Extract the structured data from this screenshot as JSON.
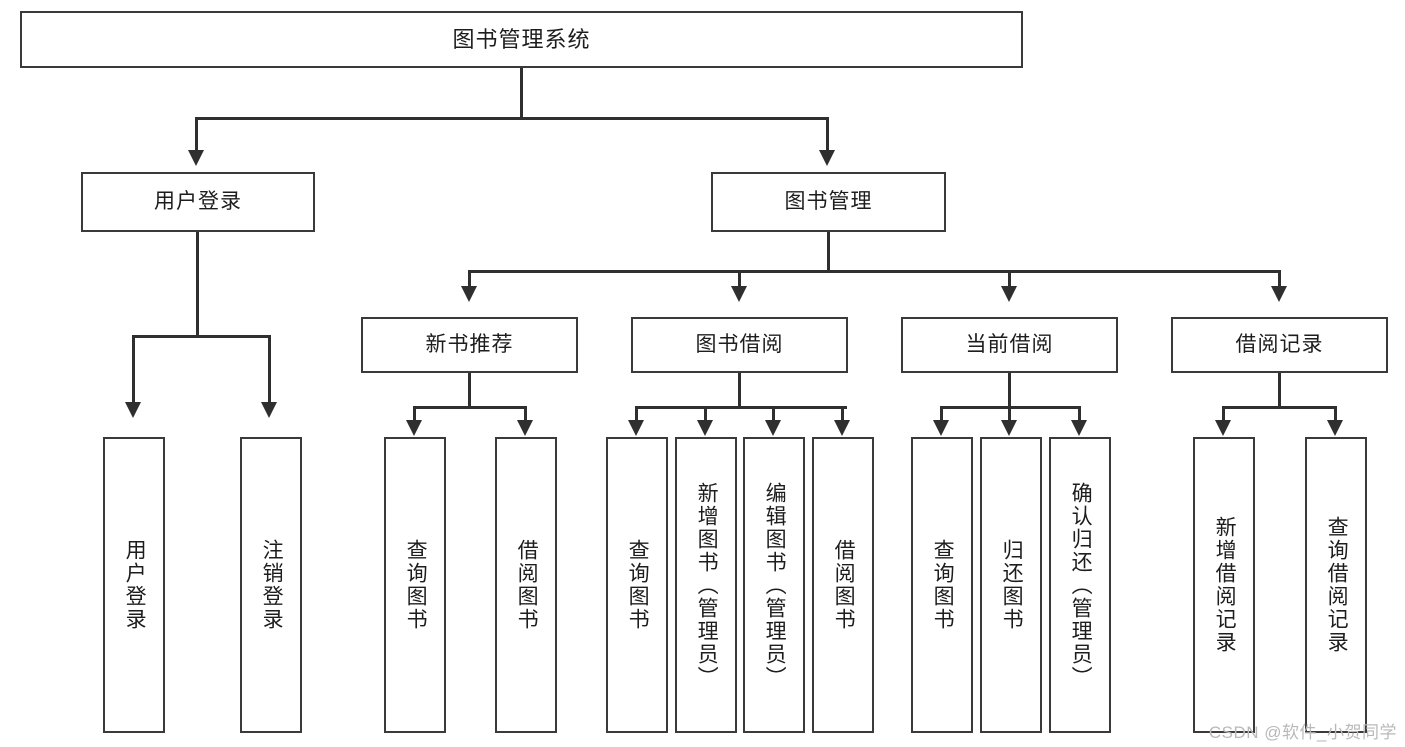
{
  "diagram": {
    "title": "图书管理系统",
    "type": "tree-hierarchy-chart",
    "watermark": "CSDN @软件_小贺同学",
    "colors": {
      "box_border": "#3a3a3a",
      "connector": "#2f2f2f",
      "background": "#ffffff",
      "text": "#1d1d1d",
      "watermark": "#b9b9b9"
    }
  },
  "nodes": {
    "root": {
      "label": "图书管理系统"
    },
    "level1": [
      {
        "label": "用户登录"
      },
      {
        "label": "图书管理"
      }
    ],
    "level2": [
      {
        "label": "新书推荐"
      },
      {
        "label": "图书借阅"
      },
      {
        "label": "当前借阅"
      },
      {
        "label": "借阅记录"
      }
    ],
    "leaves": {
      "user_login": [
        {
          "label": "用户登录"
        },
        {
          "label": "注销登录"
        }
      ],
      "new_book_recommend": [
        {
          "label": "查询图书"
        },
        {
          "label": "借阅图书"
        }
      ],
      "book_borrow": [
        {
          "label": "查询图书"
        },
        {
          "label": "新增图书（管理员）"
        },
        {
          "label": "编辑图书（管理员）"
        },
        {
          "label": "借阅图书"
        }
      ],
      "current_borrow": [
        {
          "label": "查询图书"
        },
        {
          "label": "归还图书"
        },
        {
          "label": "确认归还（管理员）"
        }
      ],
      "borrow_record": [
        {
          "label": "新增借阅记录"
        },
        {
          "label": "查询借阅记录"
        }
      ]
    }
  }
}
